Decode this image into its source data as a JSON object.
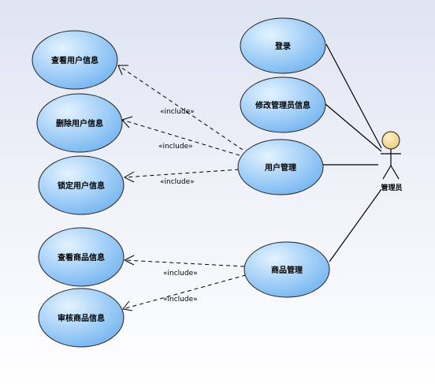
{
  "use_cases": {
    "login": "登录",
    "edit_admin": "修改管理员信息",
    "user_mgmt": "用户管理",
    "goods_mgmt": "商品管理",
    "view_user": "查看用户信息",
    "delete_user": "删除用户信息",
    "lock_user": "锁定用户信息",
    "view_goods": "查看商品信息",
    "audit_goods": "审核商品信息"
  },
  "actor": {
    "name": "管理员"
  },
  "relations": {
    "include_1": "«include»",
    "include_2": "«include»",
    "include_3": "«include»",
    "include_4": "«include»",
    "include_5": "«include»"
  },
  "colors": {
    "usecase_fill_light": "#d6ecff",
    "usecase_fill_dark": "#74b4f0",
    "usecase_stroke": "#1f1f1f",
    "actor_head": "#f3d98a"
  }
}
